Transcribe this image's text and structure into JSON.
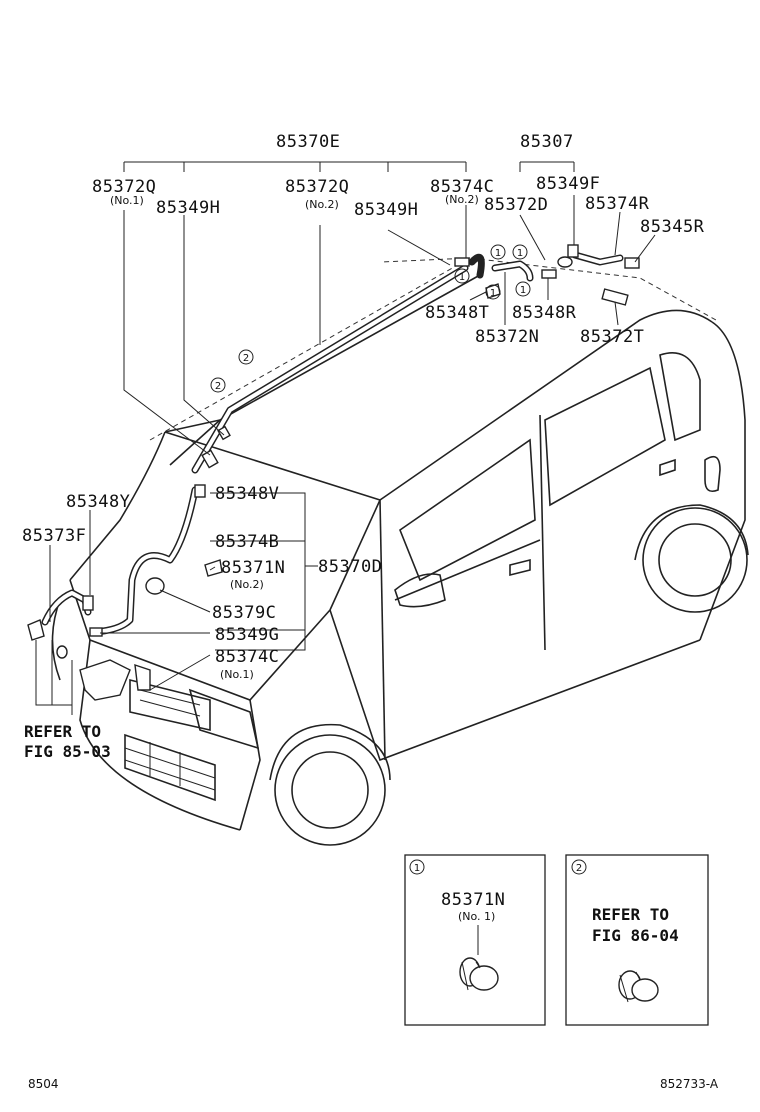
{
  "labels": {
    "assy_main": "85370E",
    "assy_rear": "85307",
    "hose_no1": "85372Q",
    "hose_no1_note": "(No.1)",
    "joint_left": "85349H",
    "hose_no2": "85372Q",
    "hose_no2_note": "(No.2)",
    "joint_mid": "85349H",
    "clip_no2": "85374C",
    "clip_no2_note": "(No.2)",
    "hose_d": "85372D",
    "joint_f": "85349F",
    "clip_r": "85374R",
    "nozzle_r": "85345R",
    "check_valve_t": "85348T",
    "check_valve_r": "85348R",
    "hose_n": "85372N",
    "hose_t": "85372T",
    "valve_y": "85348Y",
    "hose_f": "85373F",
    "valve_v": "85348V",
    "clip_b": "85374B",
    "clamp_n": "85371N",
    "clamp_n_note": "(No.2)",
    "assy_d": "85370D",
    "grommet_c": "85379C",
    "joint_g": "85349G",
    "clip_c": "85374C",
    "clip_c_note": "(No.1)"
  },
  "markers": {
    "one": "1",
    "two": "2"
  },
  "refer_left": {
    "line1": "REFER TO",
    "line2": "FIG 85-03"
  },
  "inset_1": {
    "marker": "1",
    "part": "85371N",
    "note": "(No. 1)"
  },
  "inset_2": {
    "marker": "2",
    "line1": "REFER TO",
    "line2": "FIG 86-04"
  },
  "footer": {
    "left": "8504",
    "right": "852733-A"
  }
}
